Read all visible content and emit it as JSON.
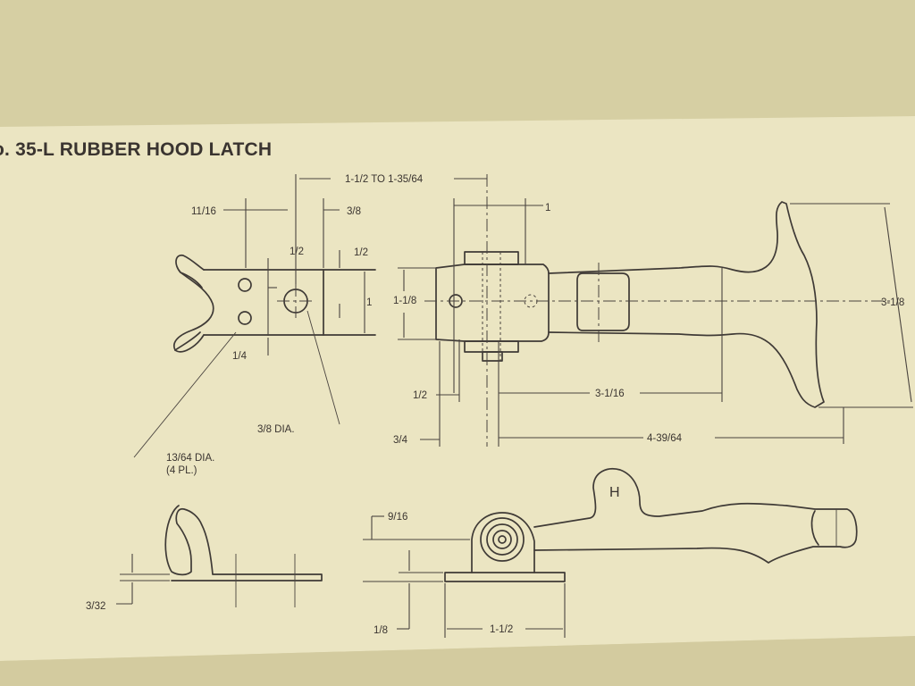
{
  "title": "o. 35-L RUBBER HOOD LATCH",
  "dimensions": {
    "overall_range": "1-1/2 TO 1-35/64",
    "d_11_16": "11/16",
    "d_3_8": "3/8",
    "d_1_2_a": "1/2",
    "d_1_2_b": "1/2",
    "d_1_a": "1",
    "d_1_b": "1",
    "d_1_1_8": "1-1/8",
    "d_1_4": "1/4",
    "d_3_8_dia": "3/8 DIA.",
    "d_13_64_dia": "13/64 DIA.",
    "d_4_pl": "(4 PL.)",
    "d_1_2_c": "1/2",
    "d_3_4": "3/4",
    "d_3_1_16": "3-1/16",
    "d_4_39_64": "4-39/64",
    "d_3_1_8": "3-1/8",
    "d_9_16": "9/16",
    "d_3_32": "3/32",
    "d_1_8": "1/8",
    "d_1_1_2": "1-1/2",
    "mark_h": "H"
  }
}
